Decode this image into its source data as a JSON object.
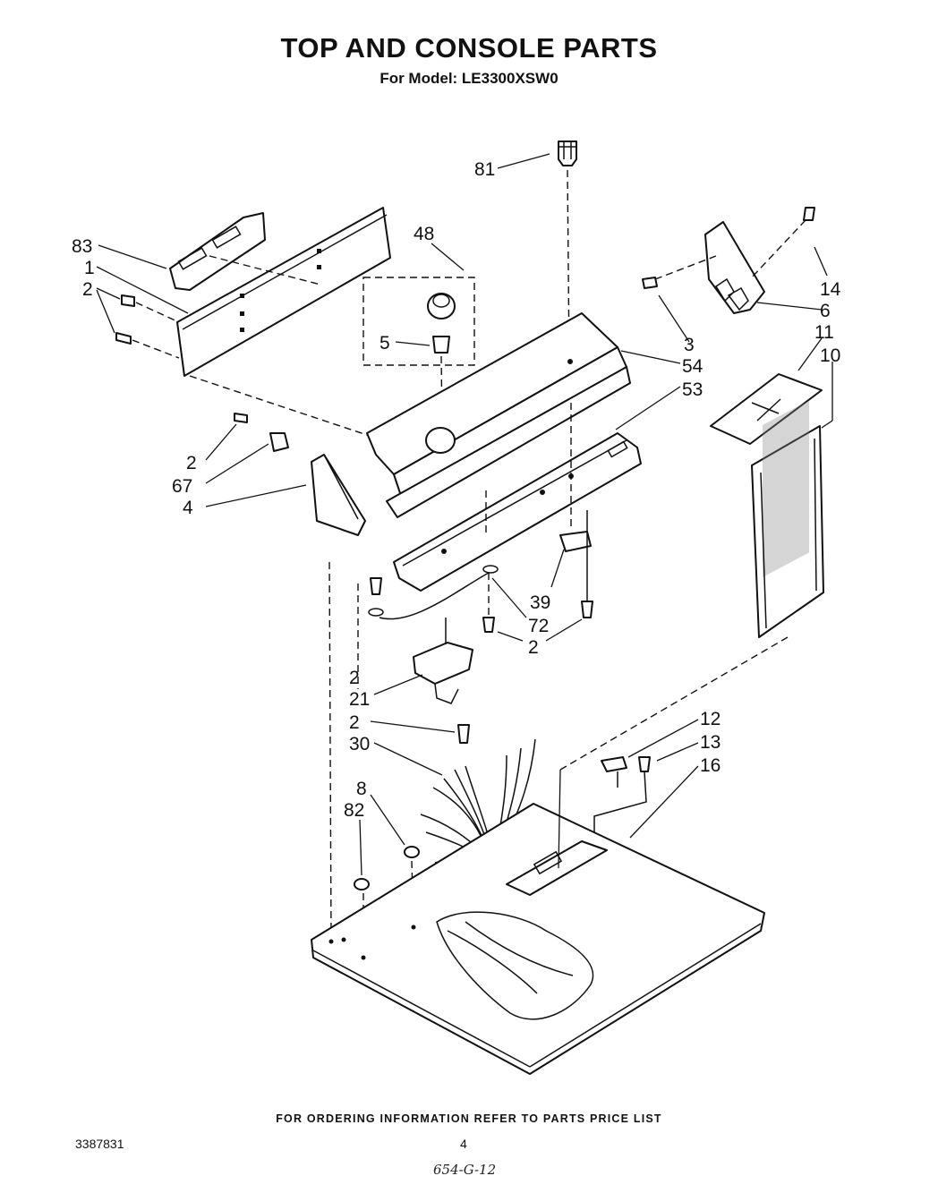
{
  "title": "TOP AND CONSOLE PARTS",
  "subtitle": "For Model: LE3300XSW0",
  "footer_note": "FOR ORDERING INFORMATION REFER TO PARTS PRICE LIST",
  "doc_number": "3387831",
  "page_number": "4",
  "handwritten_note": "654-G-12",
  "callouts": {
    "c81": "81",
    "c83": "83",
    "c1": "1",
    "c2a": "2",
    "c48": "48",
    "c5": "5",
    "c14": "14",
    "c6": "6",
    "c3": "3",
    "c54": "54",
    "c53": "53",
    "c11": "11",
    "c10": "10",
    "c2b": "2",
    "c67": "67",
    "c4": "4",
    "c39": "39",
    "c72": "72",
    "c2c": "2",
    "c2d": "2",
    "c21": "21",
    "c2e": "2",
    "c30": "30",
    "c12": "12",
    "c13": "13",
    "c16": "16",
    "c8": "8",
    "c82": "82"
  }
}
